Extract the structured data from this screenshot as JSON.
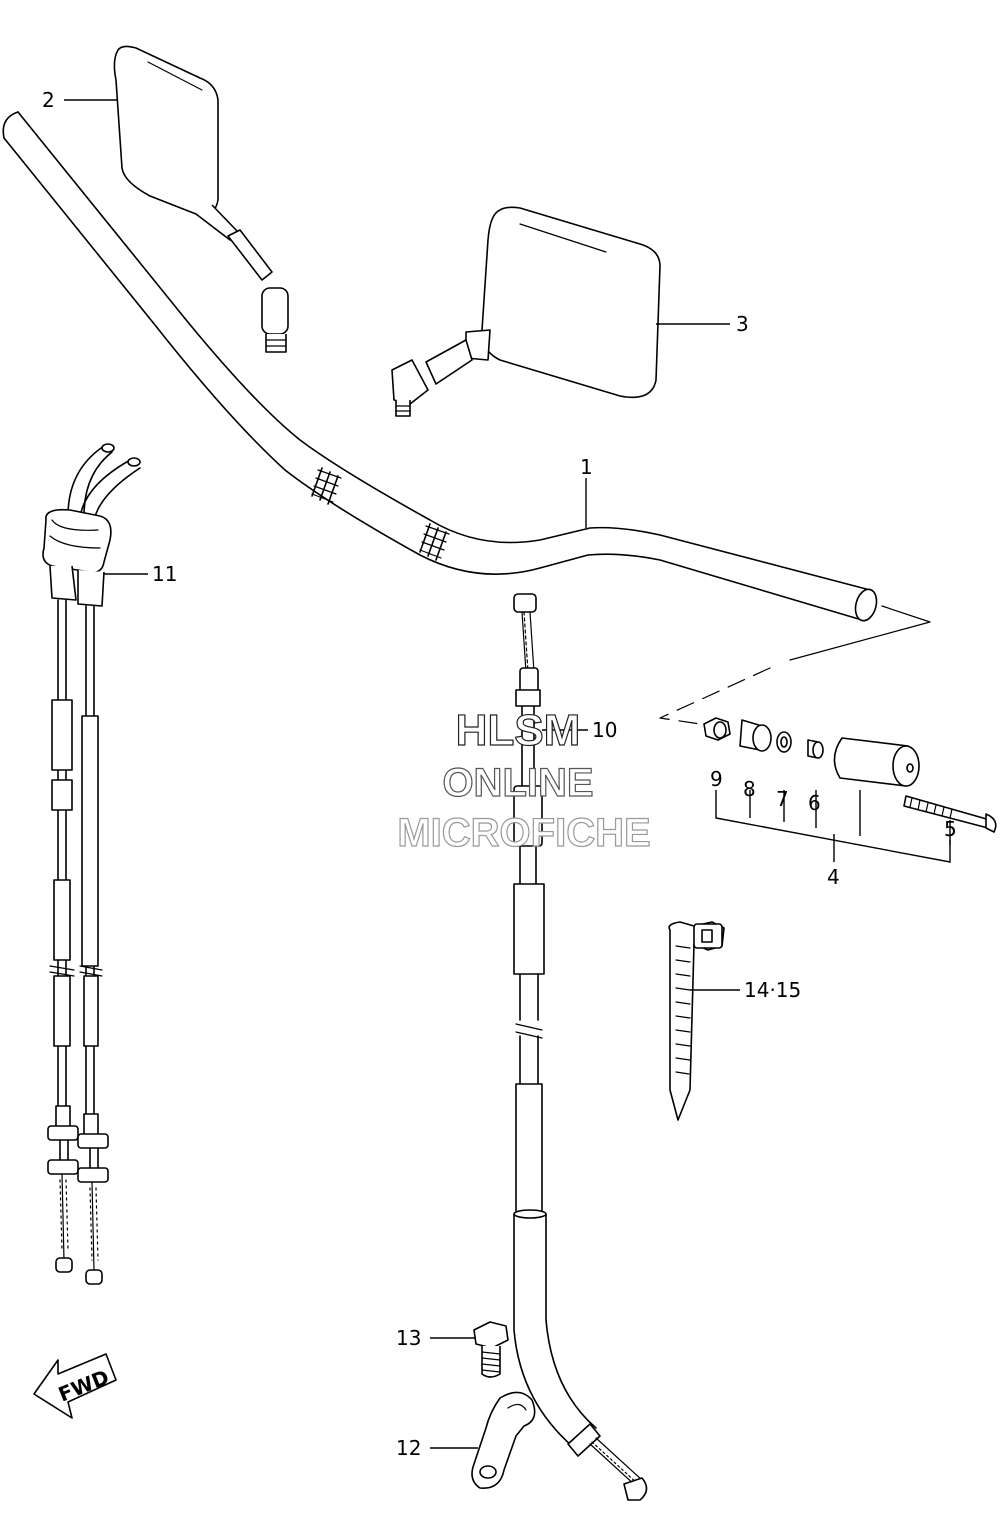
{
  "callouts": {
    "handlebar": "1",
    "mirror_left": "2",
    "mirror_right": "3",
    "balancer_set": "4",
    "balancer_screw": "5",
    "balancer_spacer_small": "6",
    "balancer_washer": "7",
    "balancer_spacer": "8",
    "balancer_nut": "9",
    "clutch_cable": "10",
    "throttle_cable": "11",
    "cable_clamp": "12",
    "clamp_bolt": "13",
    "cable_tie": "14·15"
  },
  "watermark": {
    "line1": "HLSM",
    "line2": "ONLINE",
    "line3": "MICROFICHE"
  },
  "fwd_marker": "FWD",
  "icons": {
    "fwd": "direction-arrow-icon"
  }
}
